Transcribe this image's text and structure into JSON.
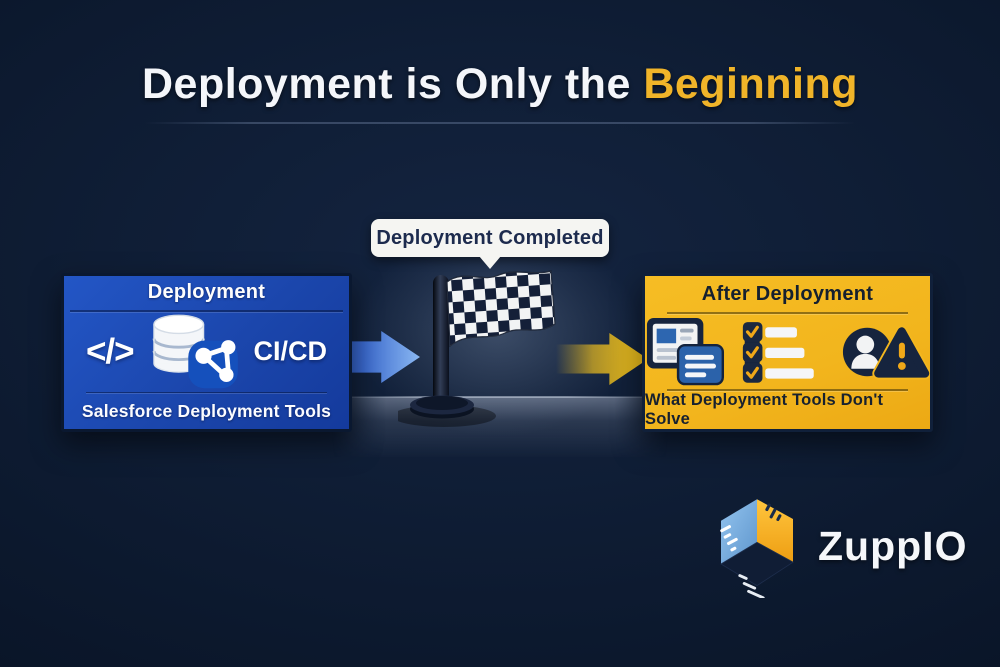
{
  "title": {
    "main": "Deployment is Only the",
    "accent": "Beginning"
  },
  "left_box": {
    "header": "Deployment",
    "code_glyph": "</>",
    "pipeline_label": "CI/CD",
    "footer": "Salesforce Deployment Tools",
    "icons": [
      "code-icon",
      "database-branch-icon"
    ]
  },
  "milestone": {
    "bubble_label": "Deployment Completed",
    "icon": "checkered-flag-icon"
  },
  "right_box": {
    "header": "After Deployment",
    "footer": "What Deployment Tools Don't Solve",
    "icons": [
      "window-card-icon",
      "checklist-icon",
      "user-alert-icon"
    ]
  },
  "brand": {
    "name": "ZuppIO",
    "icon": "cube-logo-icon"
  },
  "colors": {
    "background": "#0d1b31",
    "title_accent": "#f0b429",
    "deployment_box_blue": "#1c4ab2",
    "after_box_yellow": "#f3b71f",
    "bubble_bg": "#f5f5f2",
    "bubble_text": "#1d2b4e",
    "arrow_blue": "#3a68cc",
    "arrow_yellow": "#f8c61a",
    "flag_dark": "#141f38",
    "flag_light": "#f2f3f4"
  }
}
